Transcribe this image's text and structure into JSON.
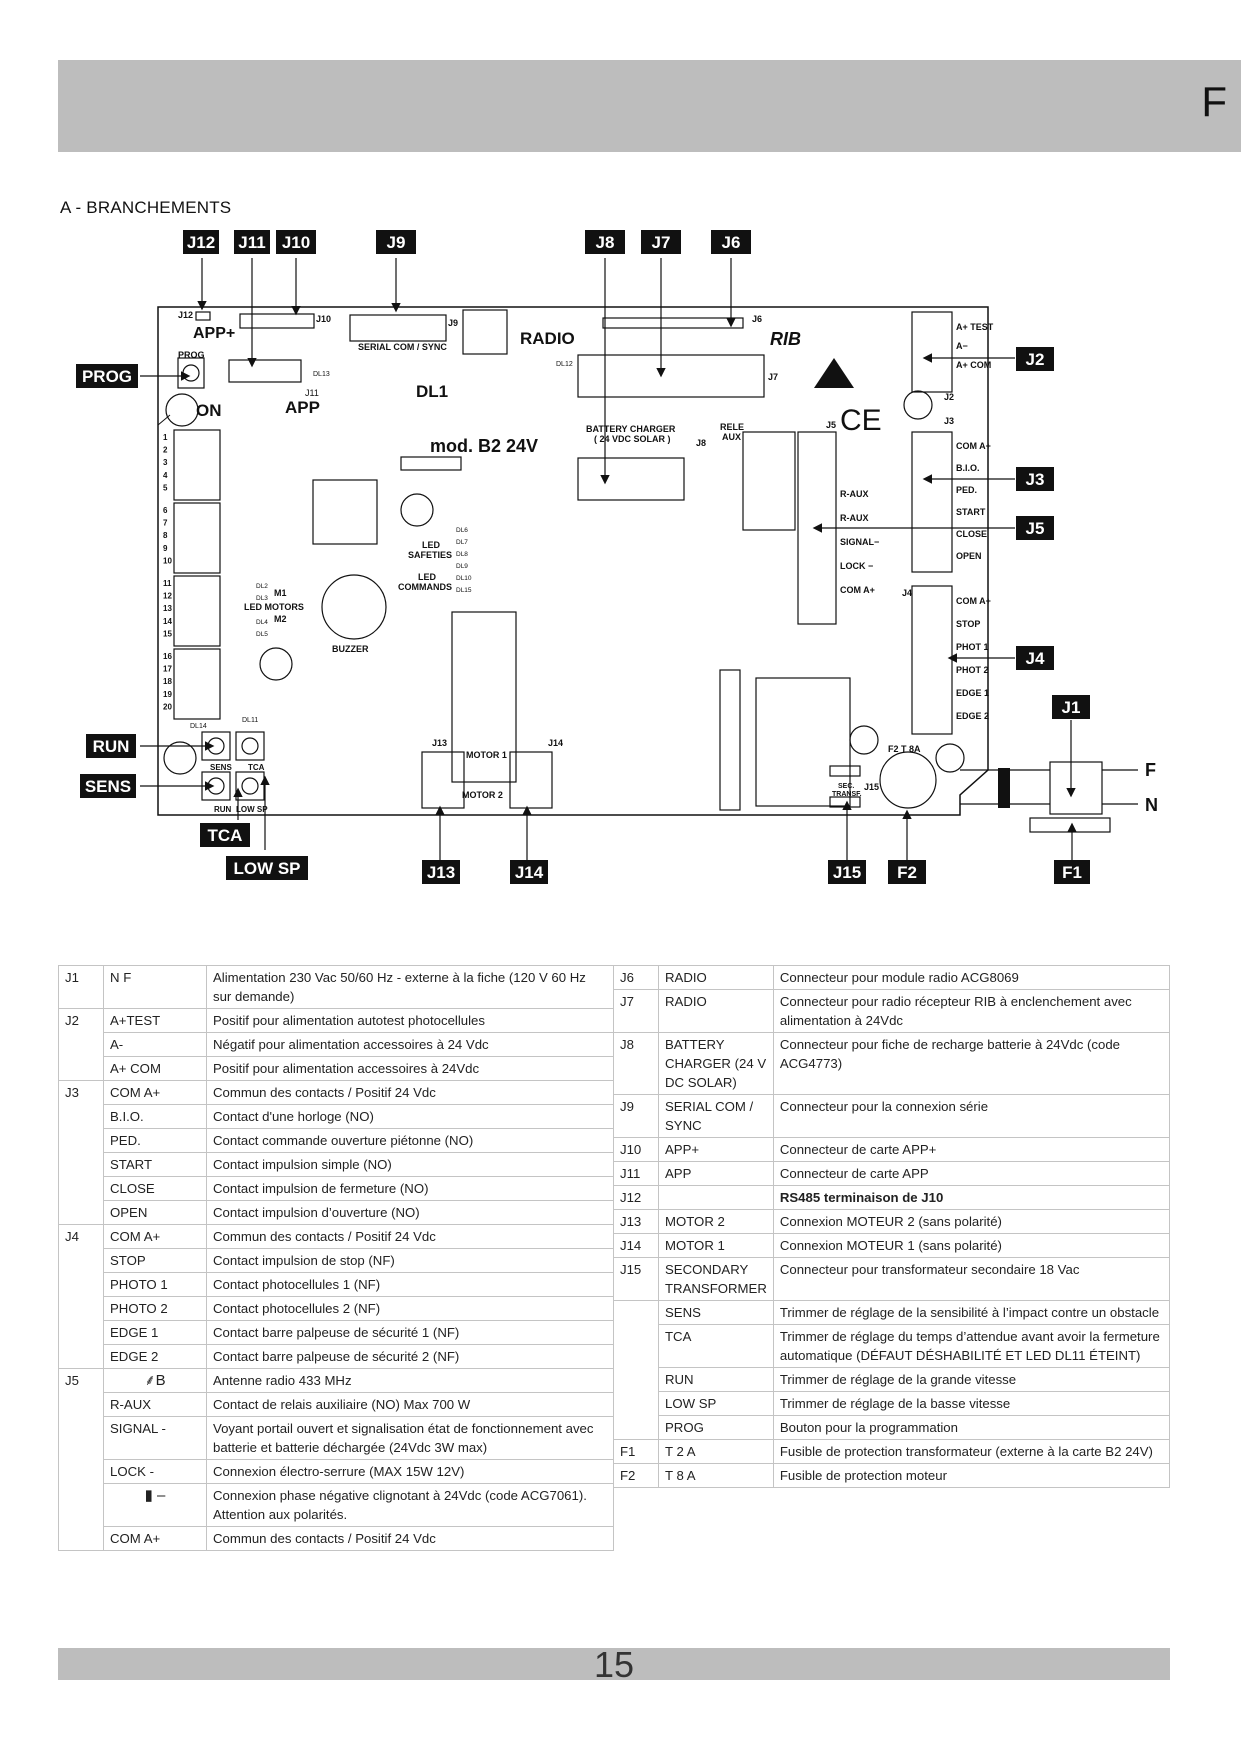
{
  "header": {
    "letter": "F"
  },
  "section_title": "A - BRANCHEMENTS",
  "diagram": {
    "board_label": "mod. B2 24V",
    "tags_top": [
      "J12",
      "J11",
      "J10",
      "J9",
      "J8",
      "J7",
      "J6"
    ],
    "tags_right": [
      "J2",
      "J3",
      "J5",
      "J4",
      "J1"
    ],
    "tags_left": [
      "PROG",
      "RUN",
      "SENS"
    ],
    "tags_bottom": [
      "TCA",
      "LOW SP",
      "J13",
      "J14",
      "J15",
      "F2",
      "F1"
    ],
    "power_labels": [
      "F",
      "N"
    ],
    "labels": {
      "app_plus": "APP+",
      "app": "APP",
      "j11": "J11",
      "prog": "PROG",
      "on": "ON",
      "serial": "SERIAL COM / SYNC",
      "radio": "RADIO",
      "dl1": "DL1",
      "dl12": "DL12",
      "dl13": "DL13",
      "battery": "BATTERY CHARGER",
      "battery2": "( 24 VDC SOLAR )",
      "rele": "RELE",
      "aux": "AUX",
      "led_safeties": "LED\nSAFETIES",
      "led_commands": "LED\nCOMMANDS",
      "led_motors": "LED MOTORS",
      "m1": "M1",
      "m2": "M2",
      "buzzer": "BUZZER",
      "motor1": "MOTOR 1",
      "motor2": "MOTOR 2",
      "sec_transf": "SEC.\nTRANSF.",
      "f2_t8a": "F2  T 8A",
      "j2_pins": [
        "A+ TEST",
        "A−",
        "A+ COM"
      ],
      "j3_pins": [
        "COM A+",
        "B.I.O.",
        "PED.",
        "START",
        "CLOSE",
        "OPEN"
      ],
      "j5_pins": [
        "R-AUX",
        "R-AUX",
        "SIGNAL−",
        "LOCK −",
        "COM A+"
      ],
      "j4_pins": [
        "COM A+",
        "STOP",
        "PHOT 1",
        "PHOT 2",
        "EDGE 1",
        "EDGE 2"
      ],
      "terminal_numbers": [
        "1",
        "2",
        "3",
        "4",
        "5",
        "6",
        "7",
        "8",
        "9",
        "10",
        "11",
        "12",
        "13",
        "14",
        "15",
        "16",
        "17",
        "18",
        "19",
        "20"
      ],
      "dl_safeties": [
        "DL6",
        "DL7",
        "DL8",
        "DL9",
        "DL10",
        "DL15"
      ],
      "dl_motors": [
        "DL2",
        "DL3",
        "DL4",
        "DL5"
      ],
      "sens": "SENS",
      "tca": "TCA",
      "run": "RUN",
      "lowsp": "LOW SP",
      "dl14": "DL14",
      "dl11": "DL11"
    }
  },
  "table_left": [
    {
      "code": "J1",
      "pin": "N F",
      "desc": "Alimentation 230 Vac 50/60 Hz - externe à la fiche (120 V 60 Hz sur demande)",
      "group_start": true
    },
    {
      "code": "J2",
      "pin": "A+TEST",
      "desc": "Positif pour alimentation autotest photocellules",
      "group_start": true
    },
    {
      "code": "",
      "pin": "A-",
      "desc": "Négatif pour alimentation accessoires à 24 Vdc"
    },
    {
      "code": "",
      "pin": "A+ COM",
      "desc": "Positif pour alimentation accessoires à 24Vdc"
    },
    {
      "code": "J3",
      "pin": "COM A+",
      "desc": "Commun des contacts / Positif 24 Vdc",
      "group_start": true
    },
    {
      "code": "",
      "pin": "B.I.O.",
      "desc": "Contact d'une horloge (NO)"
    },
    {
      "code": "",
      "pin": "PED.",
      "desc": "Contact commande ouverture piétonne (NO)"
    },
    {
      "code": "",
      "pin": "START",
      "desc": "Contact impulsion simple (NO)"
    },
    {
      "code": "",
      "pin": "CLOSE",
      "desc": "Contact impulsion de fermeture (NO)"
    },
    {
      "code": "",
      "pin": "OPEN",
      "desc": "Contact impulsion d’ouverture (NO)"
    },
    {
      "code": "J4",
      "pin": "COM A+",
      "desc": "Commun des contacts / Positif 24 Vdc",
      "group_start": true
    },
    {
      "code": "",
      "pin": "STOP",
      "desc": "Contact impulsion de stop (NF)"
    },
    {
      "code": "",
      "pin": "PHOTO 1",
      "desc": "Contact photocellules 1 (NF)"
    },
    {
      "code": "",
      "pin": "PHOTO 2",
      "desc": "Contact photocellules 2 (NF)"
    },
    {
      "code": "",
      "pin": "EDGE 1",
      "desc": "Contact barre palpeuse de sécurité 1 (NF)"
    },
    {
      "code": "",
      "pin": "EDGE 2",
      "desc": "Contact barre palpeuse de sécurité 2 (NF)"
    },
    {
      "code": "J5",
      "pin": "",
      "pin_icon": "antenna-icon",
      "desc": "Antenne radio 433 MHz",
      "group_start": true
    },
    {
      "code": "",
      "pin": "R-AUX",
      "desc": "Contact de relais auxiliaire (NO) Max 700 W"
    },
    {
      "code": "",
      "pin": "SIGNAL -",
      "desc": "Voyant portail ouvert et signalisation état de fonctionnement avec batterie et batterie déchargée (24Vdc 3W max)"
    },
    {
      "code": "",
      "pin": "LOCK -",
      "desc": "Connexion électro-serrure (MAX 15W 12V)"
    },
    {
      "code": "",
      "pin": "",
      "pin_icon": "flashing-lamp-icon",
      "desc": "Connexion phase négative clignotant à 24Vdc (code ACG7061). Attention aux polarités."
    },
    {
      "code": "",
      "pin": "COM A+",
      "desc": "Commun des contacts / Positif 24 Vdc",
      "last": true
    }
  ],
  "table_right": [
    {
      "code": "J6",
      "pin": "RADIO",
      "desc": "Connecteur pour module radio ACG8069",
      "group_start": true
    },
    {
      "code": "J7",
      "pin": "RADIO",
      "desc": "Connecteur pour radio récepteur RIB à enclenchement avec alimentation à 24Vdc",
      "group_start": true
    },
    {
      "code": "J8",
      "pin": "BATTERY CHARGER (24 V DC SOLAR)",
      "desc": "Connecteur pour fiche de recharge batterie à 24Vdc (code ACG4773)",
      "group_start": true
    },
    {
      "code": "J9",
      "pin": "SERIAL COM / SYNC",
      "desc": "Connecteur pour la connexion série",
      "group_start": true
    },
    {
      "code": "J10",
      "pin": "APP+",
      "desc": "Connecteur de carte APP+",
      "group_start": true
    },
    {
      "code": "J11",
      "pin": "APP",
      "desc": "Connecteur de carte APP",
      "group_start": true
    },
    {
      "code": "J12",
      "pin": "",
      "desc": "RS485 terminaison de J10",
      "bold": true,
      "group_start": true
    },
    {
      "code": "J13",
      "pin": "MOTOR 2",
      "desc": "Connexion MOTEUR 2 (sans polarité)",
      "group_start": true
    },
    {
      "code": "J14",
      "pin": "MOTOR 1",
      "desc": "Connexion MOTEUR 1 (sans polarité)",
      "group_start": true
    },
    {
      "code": "J15",
      "pin": "SECONDARY TRANSFORMER",
      "desc": "Connecteur pour transformateur secondaire 18 Vac",
      "group_start": true
    },
    {
      "code": "",
      "pin": "SENS",
      "desc": "Trimmer de réglage de la sensibilité à l’impact contre un obstacle",
      "group_start": true
    },
    {
      "code": "",
      "pin": "TCA",
      "desc": "Trimmer de réglage du temps d’attendue avant avoir la fermeture automatique (DÉFAUT DÉSHABILITÉ ET LED DL11 ÉTEINT)"
    },
    {
      "code": "",
      "pin": "RUN",
      "desc": "Trimmer de réglage de la grande vitesse"
    },
    {
      "code": "",
      "pin": "LOW SP",
      "desc": "Trimmer de réglage de la basse vitesse"
    },
    {
      "code": "",
      "pin": "PROG",
      "desc": "Bouton pour la programmation"
    },
    {
      "code": "F1",
      "pin": "T 2 A",
      "desc": "Fusible de protection transformateur (externe à la carte B2 24V)",
      "group_start": true
    },
    {
      "code": "F2",
      "pin": "T 8 A",
      "desc": "Fusible de protection moteur",
      "group_start": true,
      "last": true
    }
  ],
  "footer": {
    "page_number": "15"
  }
}
